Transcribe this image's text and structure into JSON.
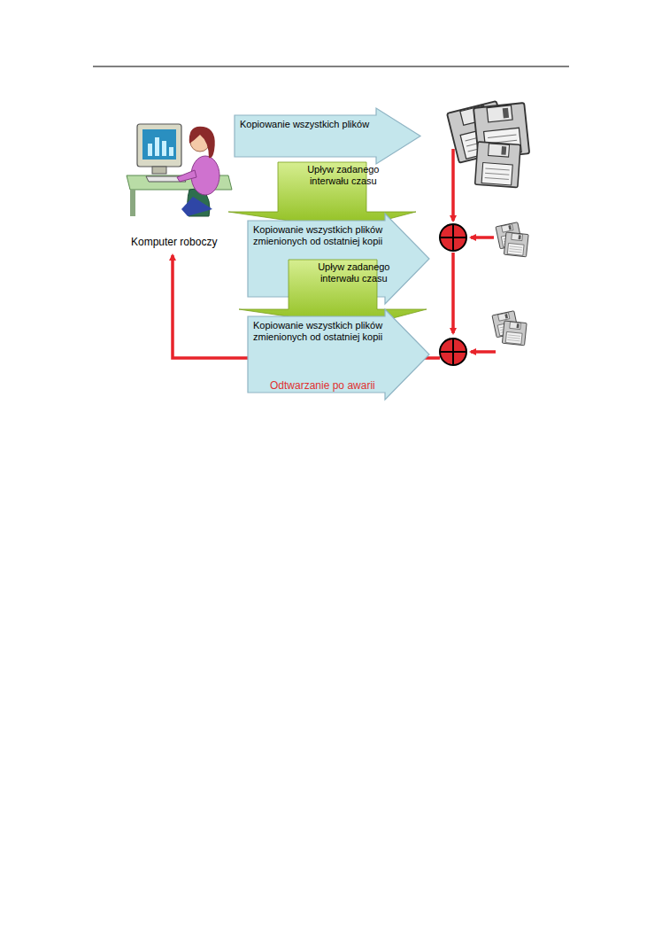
{
  "diagram": {
    "nodes": [
      {
        "text": [
          "Kopiowanie wszystkich plików"
        ]
      },
      {
        "text": [
          "Upływ zadanego interwału czasu"
        ]
      },
      {
        "text": [
          "Kopiowanie wszystkich plików zmienionych od ostatniej kopii"
        ]
      },
      {
        "text": [
          "Upływ zadanego interwału czasu"
        ]
      },
      {
        "text": [
          "Kopiowanie wszystkich plików zmienionych od ostatniej kopii"
        ]
      }
    ],
    "labels": [
      "Komputer roboczy",
      "Odtwarzanie po awarii"
    ]
  }
}
